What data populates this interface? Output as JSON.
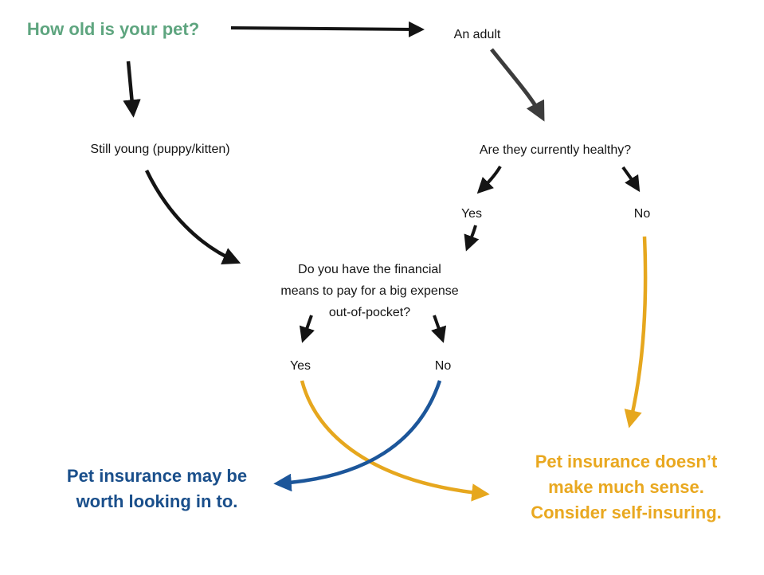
{
  "title": "Pet insurance decision flowchart",
  "colors": {
    "background": "#ffffff",
    "title_green": "#5ea57f",
    "node_black": "#151515",
    "arrow_black": "#141414",
    "arrow_gray": "#3c3c3c",
    "arrow_gold": "#e6a71e",
    "arrow_blue": "#1c569a",
    "result_blue": "#1a4f8b",
    "result_gold": "#e9a820"
  },
  "nodes": {
    "root": {
      "label": "How old is your pet?"
    },
    "adult": {
      "label": "An adult"
    },
    "young": {
      "label": "Still young (puppy/kitten)"
    },
    "healthy": {
      "label": "Are they currently healthy?"
    },
    "healthy_yes": {
      "label": "Yes"
    },
    "healthy_no": {
      "label": "No"
    },
    "financial": {
      "lines": [
        "Do you have the financial",
        "means to pay for a big expense",
        "out-of-pocket?"
      ]
    },
    "financial_yes": {
      "label": "Yes"
    },
    "financial_no": {
      "label": "No"
    },
    "result_positive": {
      "lines": [
        "Pet insurance may be",
        "worth looking in to."
      ]
    },
    "result_negative": {
      "lines": [
        "Pet insurance doesn’t",
        "make much sense.",
        "Consider self-insuring."
      ]
    }
  },
  "edges": [
    {
      "from": "root",
      "to": "adult",
      "color": "#141414"
    },
    {
      "from": "root",
      "to": "young",
      "color": "#141414"
    },
    {
      "from": "adult",
      "to": "healthy",
      "color": "#3c3c3c"
    },
    {
      "from": "healthy",
      "to": "healthy_yes",
      "color": "#141414"
    },
    {
      "from": "healthy",
      "to": "healthy_no",
      "color": "#141414"
    },
    {
      "from": "healthy_yes",
      "to": "financial",
      "color": "#141414"
    },
    {
      "from": "young",
      "to": "financial",
      "color": "#141414"
    },
    {
      "from": "financial",
      "to": "financial_yes",
      "color": "#141414"
    },
    {
      "from": "financial",
      "to": "financial_no",
      "color": "#141414"
    },
    {
      "from": "financial_yes",
      "to": "result_negative",
      "color": "#e6a71e"
    },
    {
      "from": "financial_no",
      "to": "result_positive",
      "color": "#1c569a"
    },
    {
      "from": "healthy_no",
      "to": "result_negative",
      "color": "#e6a71e"
    }
  ]
}
